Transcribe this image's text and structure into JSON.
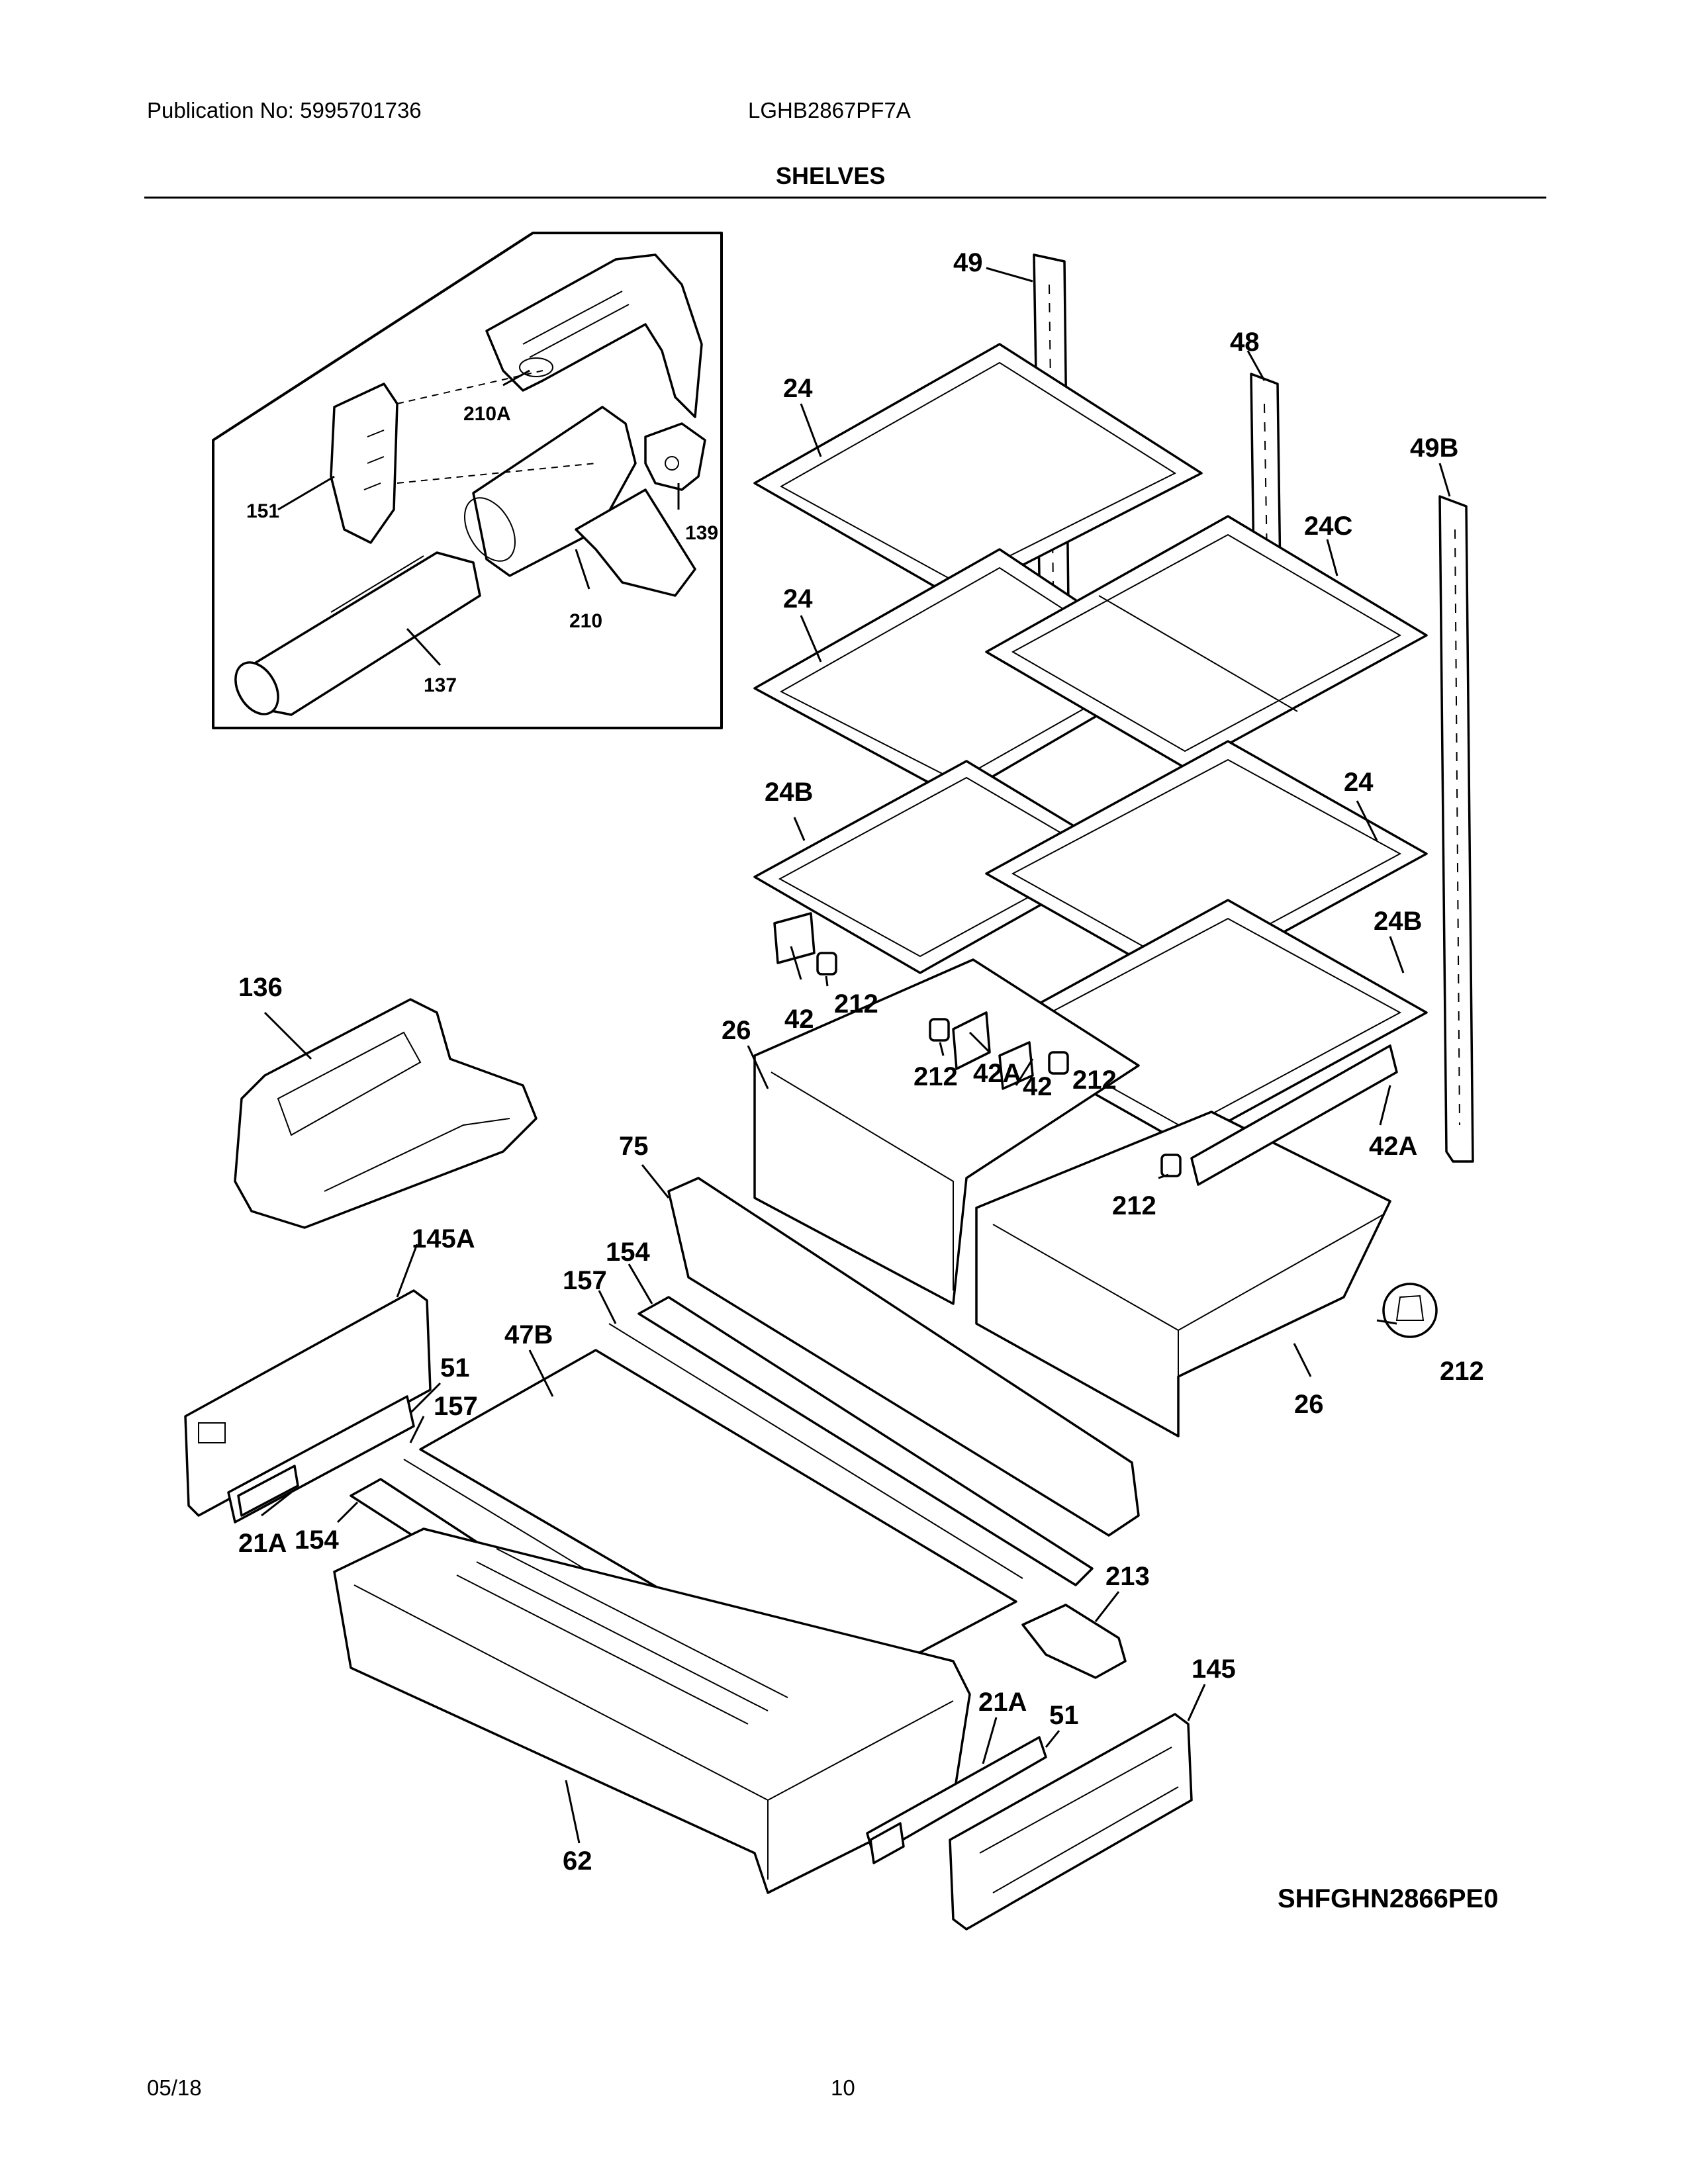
{
  "header": {
    "publication": "Publication No: 5995701736",
    "model": "LGHB2867PF7A",
    "section_title": "SHELVES"
  },
  "footer": {
    "date": "05/18",
    "page_number": "10"
  },
  "diagram_code": "SHFGHN2866PE0",
  "callouts": {
    "c49": "49",
    "c48": "48",
    "c49b": "49B",
    "c24_top": "24",
    "c24_mid": "24",
    "c24c": "24C",
    "c24_right": "24",
    "c24b_left": "24B",
    "c24b_right": "24B",
    "c42": "42",
    "c212_a": "212",
    "c26_left": "26",
    "c212_b": "212",
    "c42a_mid": "42A",
    "c42_mid": "42",
    "c212_c": "212",
    "c42a_right": "42A",
    "c212_d": "212",
    "c212_e": "212",
    "c26_right": "26",
    "c136": "136",
    "c75": "75",
    "c145a": "145A",
    "c154_top": "154",
    "c157_top": "157",
    "c47b": "47B",
    "c51_left": "51",
    "c157_left": "157",
    "c21a_left": "21A",
    "c154_left": "154",
    "c213": "213",
    "c145": "145",
    "c21a_right": "21A",
    "c51_right": "51",
    "c62": "62",
    "c210a": "210A",
    "c151": "151",
    "c139": "139",
    "c210": "210",
    "c137": "137"
  }
}
